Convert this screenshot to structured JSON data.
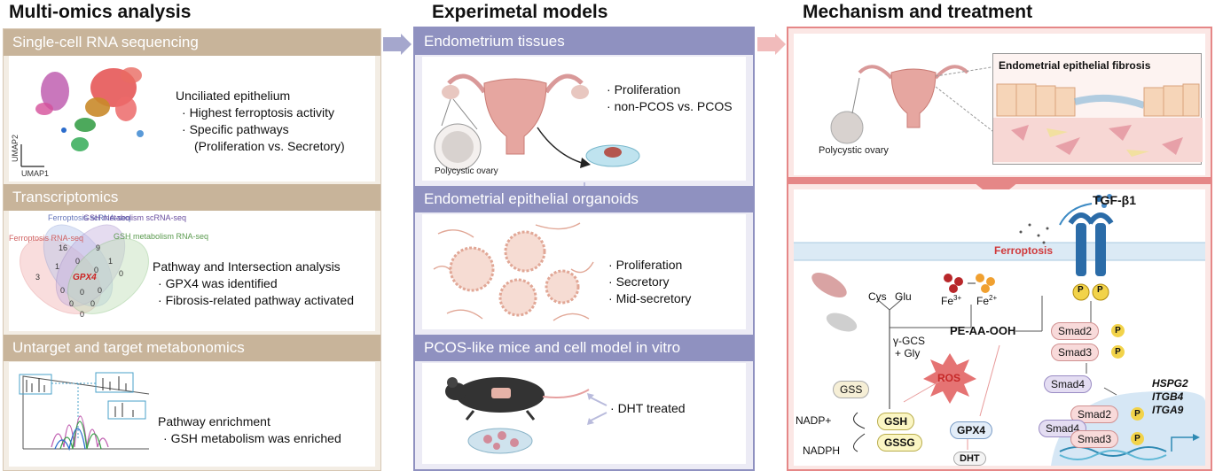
{
  "columns": {
    "left": {
      "title": "Multi-omics analysis",
      "sections": [
        {
          "band": "Single-cell RNA sequencing",
          "heading": "Unciliated epithelium",
          "bullets": [
            "Highest ferroptosis activity",
            "Specific pathways",
            "(Proliferation vs. Secretory)"
          ],
          "axis_y": "UMAP2",
          "axis_x": "UMAP1"
        },
        {
          "band": "Transcriptomics",
          "heading": "Pathway and Intersection analysis",
          "bullets": [
            "GPX4 was identified",
            "Fibrosis-related pathway activated"
          ],
          "venn": {
            "set1": "Ferroptosis scRNA-seq",
            "set2": "GSH metabolism scRNA-seq",
            "set3": "Ferroptosis RNA-seq",
            "set4": "GSH metabolism RNA-seq",
            "center": "GPX4",
            "numbers": [
              "16",
              "9",
              "0",
              "1",
              "3",
              "1",
              "0",
              "0",
              "0",
              "0",
              "0",
              "0",
              "0",
              "0"
            ]
          }
        },
        {
          "band": "Untarget and target metabonomics",
          "heading": "Pathway enrichment",
          "bullets": [
            "GSH metabolism was enriched"
          ]
        }
      ]
    },
    "middle": {
      "title": "Experimetal models",
      "sections": [
        {
          "band": "Endometrium tissues",
          "bullets": [
            "Proliferation",
            "non-PCOS vs. PCOS"
          ],
          "caption": "Polycystic ovary"
        },
        {
          "band": "Endometrial epithelial organoids",
          "bullets": [
            "Proliferation",
            "Secretory",
            "Mid-secretory"
          ]
        },
        {
          "band": "PCOS-like mice and cell model in vitro",
          "bullets": [
            "DHT treated"
          ]
        }
      ]
    },
    "right": {
      "title": "Mechanism and treatment",
      "top": {
        "caption": "Polycystic ovary",
        "box_title": "Endometrial epithelial fibrosis"
      },
      "pathway": {
        "tgf": "TGF-β1",
        "ferroptosis": "Ferroptosis",
        "cys": "Cys",
        "glu": "Glu",
        "gcs": "γ-GCS",
        "gly": "+ Gly",
        "fe3": "Fe",
        "fe3_sup": "3+",
        "fe2": "Fe",
        "fe2_sup": "2+",
        "pe": "PE-AA-OOH",
        "ros": "ROS",
        "gss": "GSS",
        "gsh": "GSH",
        "gssg": "GSSG",
        "gpx4": "GPX4",
        "dht": "DHT",
        "nadp": "NADP+",
        "nadph": "NADPH",
        "p": "P",
        "smad2": "Smad2",
        "smad3": "Smad3",
        "smad4": "Smad4",
        "genes": [
          "HSPG2",
          "ITGB4",
          "ITGA9"
        ]
      }
    }
  },
  "colors": {
    "tan": "#c8b49a",
    "tan_light": "#f3ede4",
    "purple": "#8f91c0",
    "purple_light": "#ecebf5",
    "pink": "#e58787",
    "pink_light": "#fbe7e5"
  }
}
